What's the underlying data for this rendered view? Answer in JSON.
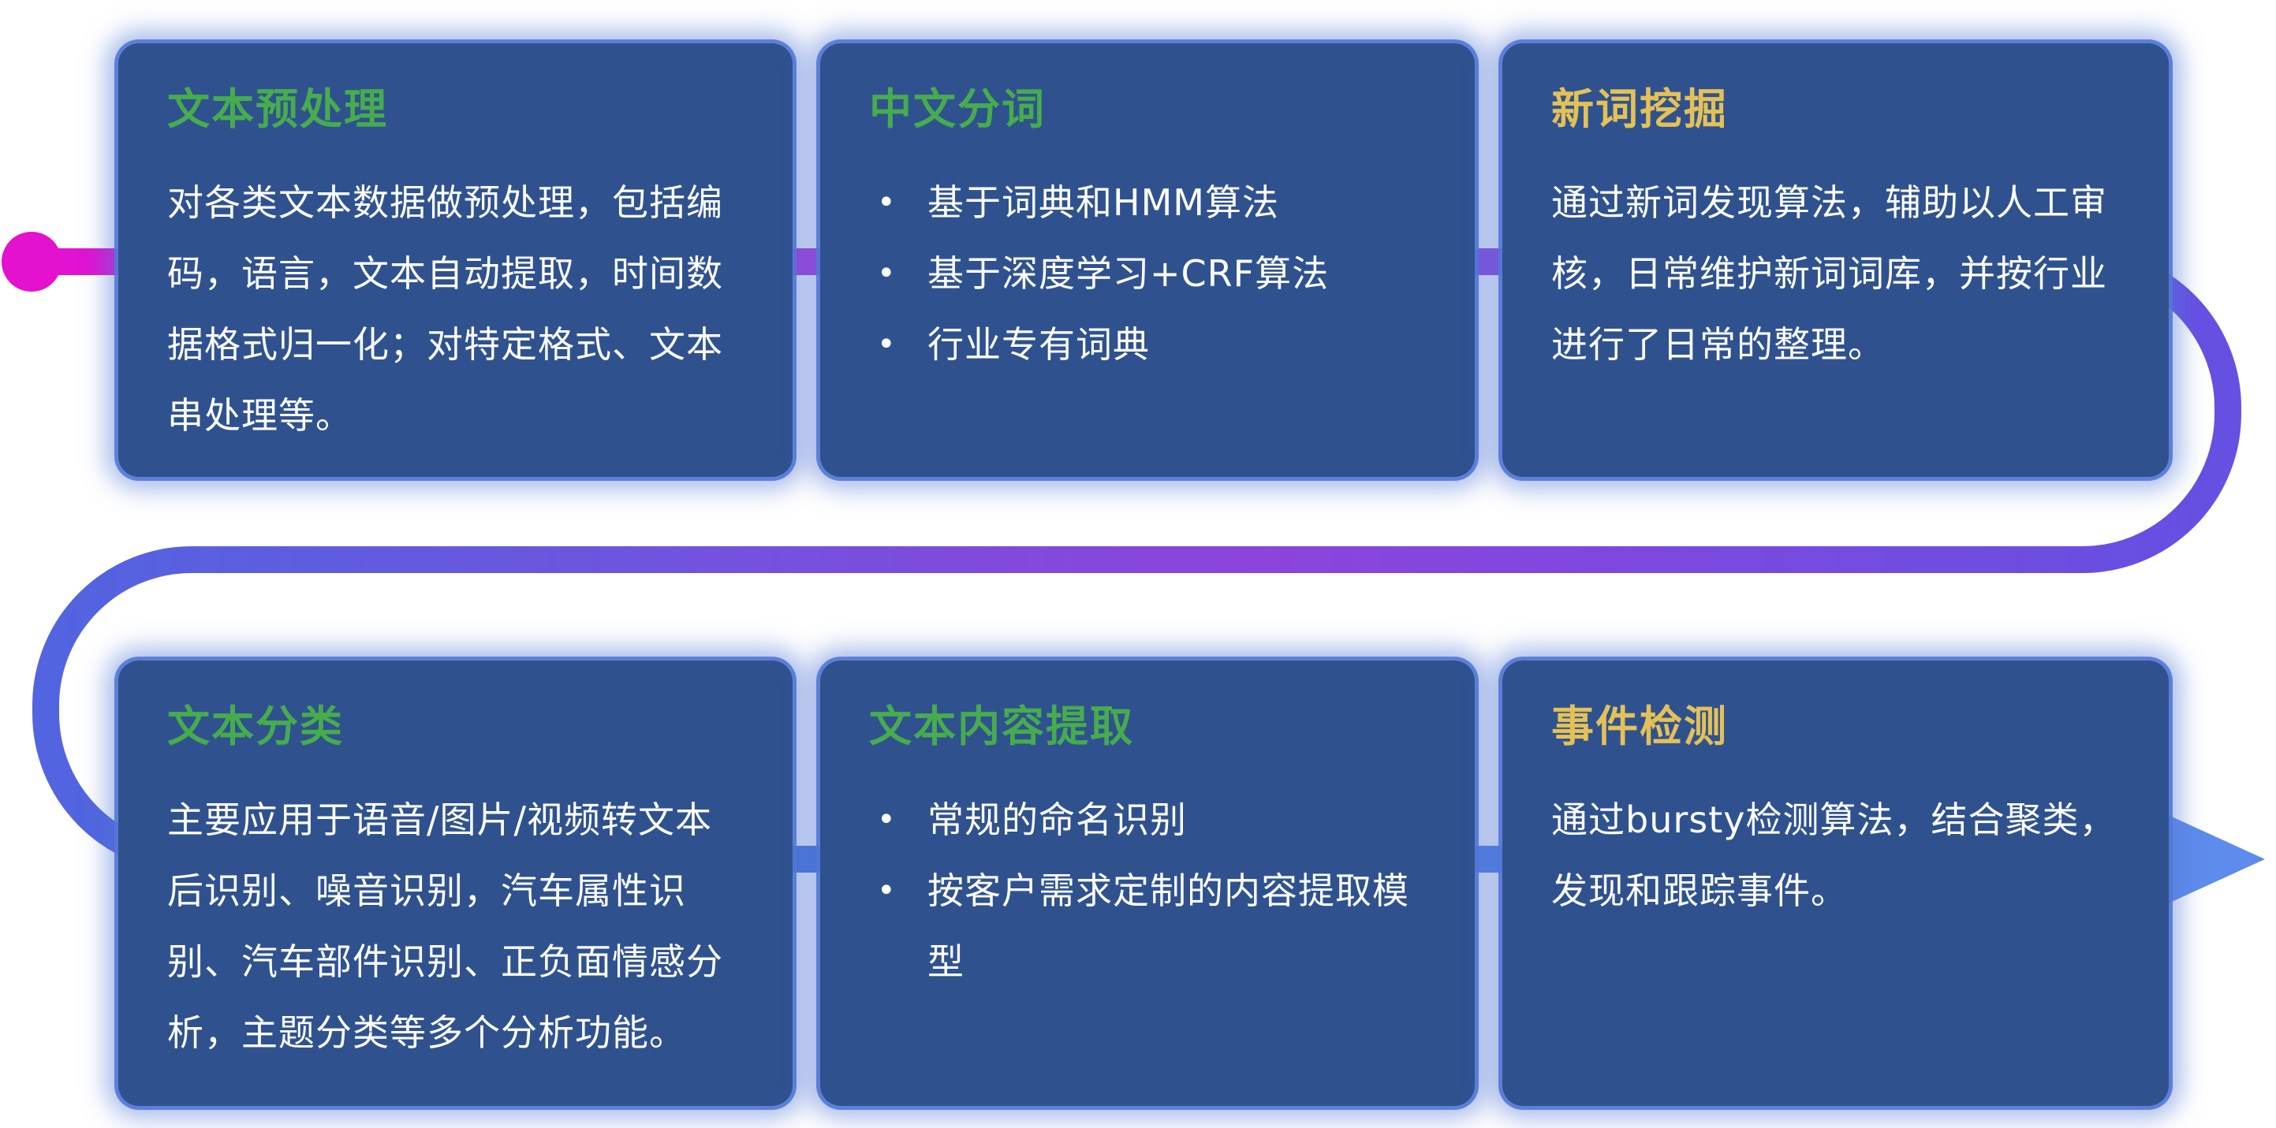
{
  "colors": {
    "page_background": "#ffffff",
    "card_background": "#2f528f",
    "card_glow": "#5278d6",
    "title_green": "#47ac4d",
    "title_yellow": "#e4c156",
    "body_text": "#fdfdff",
    "connector_start": "#e411cf",
    "connector_mid_purple": "#8c44dc",
    "connector_end_blue": "#4673d8",
    "arrow": "#5e8cec"
  },
  "connector": {
    "start_dot": "flow-start-dot",
    "end_arrow": "flow-arrow"
  },
  "cards": [
    {
      "id": "text-preprocessing",
      "title": "文本预处理",
      "title_color": "#47ac4d",
      "type": "paragraph",
      "body": "对各类文本数据做预处理，包括编码，语言，文本自动提取，时间数据格式归一化；对特定格式、文本串处理等。"
    },
    {
      "id": "chinese-word-segmentation",
      "title": "中文分词",
      "title_color": "#47ac4d",
      "type": "bullets",
      "bullets": [
        "基于词典和HMM算法",
        "基于深度学习+CRF算法",
        "行业专有词典"
      ]
    },
    {
      "id": "new-word-mining",
      "title": "新词挖掘",
      "title_color": "#e4c156",
      "type": "paragraph",
      "body": "通过新词发现算法，辅助以人工审核，日常维护新词词库，并按行业进行了日常的整理。"
    },
    {
      "id": "text-classification",
      "title": "文本分类",
      "title_color": "#47ac4d",
      "type": "paragraph",
      "body": "主要应用于语音/图片/视频转文本后识别、噪音识别，汽车属性识别、汽车部件识别、正负面情感分析，主题分类等多个分析功能。"
    },
    {
      "id": "text-content-extraction",
      "title": "文本内容提取",
      "title_color": "#47ac4d",
      "type": "bullets",
      "bullets": [
        "常规的命名识别",
        "按客户需求定制的内容提取模型"
      ]
    },
    {
      "id": "event-detection",
      "title": "事件检测",
      "title_color": "#e4c156",
      "type": "paragraph",
      "body": "通过bursty检测算法，结合聚类，发现和跟踪事件。"
    }
  ]
}
